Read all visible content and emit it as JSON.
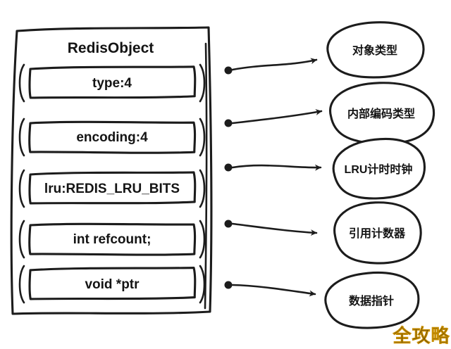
{
  "title": "RedisObject",
  "fields": [
    {
      "label": "type:4",
      "annotation": "对象类型"
    },
    {
      "label": "encoding:4",
      "annotation": "内部编码类型"
    },
    {
      "label": "lru:REDIS_LRU_BITS",
      "annotation": "LRU计时时钟"
    },
    {
      "label": "int refcount;",
      "annotation": "引用计数器"
    },
    {
      "label": "void *ptr",
      "annotation": "数据指针"
    }
  ],
  "watermark": {
    "text": "全攻略",
    "color": "#f2b70b"
  },
  "colors": {
    "ink": "#1c1c1c",
    "background": "#ffffff"
  }
}
